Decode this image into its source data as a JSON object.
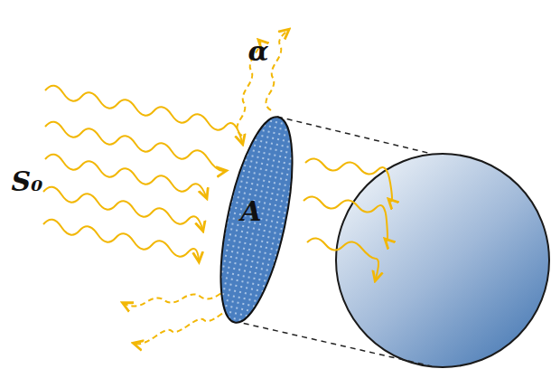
{
  "diagram": {
    "nodes": [
      {
        "text": [
          "A"
        ]
      }
    ],
    "labels": [
      "S₀",
      "α"
    ]
  }
}
